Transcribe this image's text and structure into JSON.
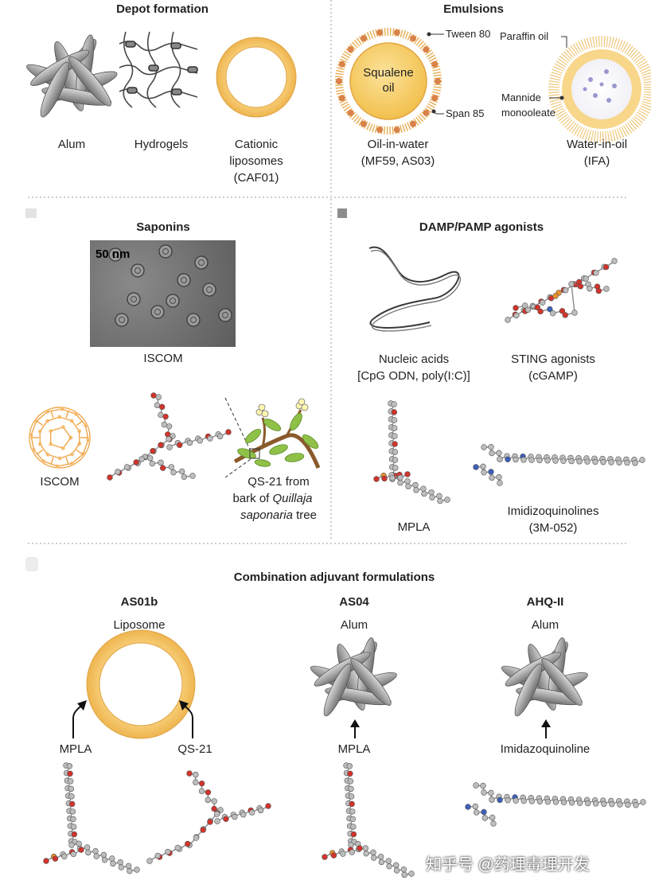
{
  "sections": {
    "depot": {
      "title": "Depot formation",
      "alum": "Alum",
      "hydrogels": "Hydrogels",
      "cationic_l1": "Cationic",
      "cationic_l2": "liposomes",
      "cationic_l3": "(CAF01)"
    },
    "emulsions": {
      "title": "Emulsions",
      "tween": "Tween 80",
      "squalene_l1": "Squalene",
      "squalene_l2": "oil",
      "span": "Span 85",
      "paraffin": "Paraffin oil",
      "mannide_l1": "Mannide",
      "mannide_l2": "monooleate",
      "oiw_l1": "Oil-in-water",
      "oiw_l2": "(MF59, AS03)",
      "wio_l1": "Water-in-oil",
      "wio_l2": "(IFA)"
    },
    "saponins": {
      "title": "Saponins",
      "scale": "50 nm",
      "iscom_micro": "ISCOM",
      "iscom": "ISCOM",
      "qs21_l1": "QS-21 from",
      "qs21_l2_a": "bark of ",
      "qs21_l2_b": "Quillaja",
      "qs21_l3_a": "saponaria",
      "qs21_l3_b": " tree"
    },
    "agonists": {
      "title": "DAMP/PAMP agonists",
      "nucleic_l1": "Nucleic acids",
      "nucleic_l2": "[CpG ODN, poly(I:C)]",
      "sting_l1": "STING agonists",
      "sting_l2": "(cGAMP)",
      "mpla": "MPLA",
      "imid_l1": "Imidizoquinolines",
      "imid_l2": "(3M-052)"
    },
    "combination": {
      "title": "Combination adjuvant formulations",
      "as01b": "AS01b",
      "as01b_sub": "Liposome",
      "as01b_left": "MPLA",
      "as01b_right": "QS-21",
      "as04": "AS04",
      "as04_sub": "Alum",
      "as04_label": "MPLA",
      "ahq": "AHQ-II",
      "ahq_sub": "Alum",
      "ahq_label": "Imidazoquinoline"
    }
  },
  "watermark": "知乎号 @药理毒理开发",
  "colors": {
    "liposome": "#f7c96b",
    "liposome_edge": "#e3a642",
    "alum": "#9c9c9c",
    "atom_red": "#d0342c",
    "atom_grey": "#b8b8b8",
    "atom_blue": "#3c5fb8",
    "iscom_cage": "#f0a64a",
    "divider": "#9a9a9a"
  }
}
